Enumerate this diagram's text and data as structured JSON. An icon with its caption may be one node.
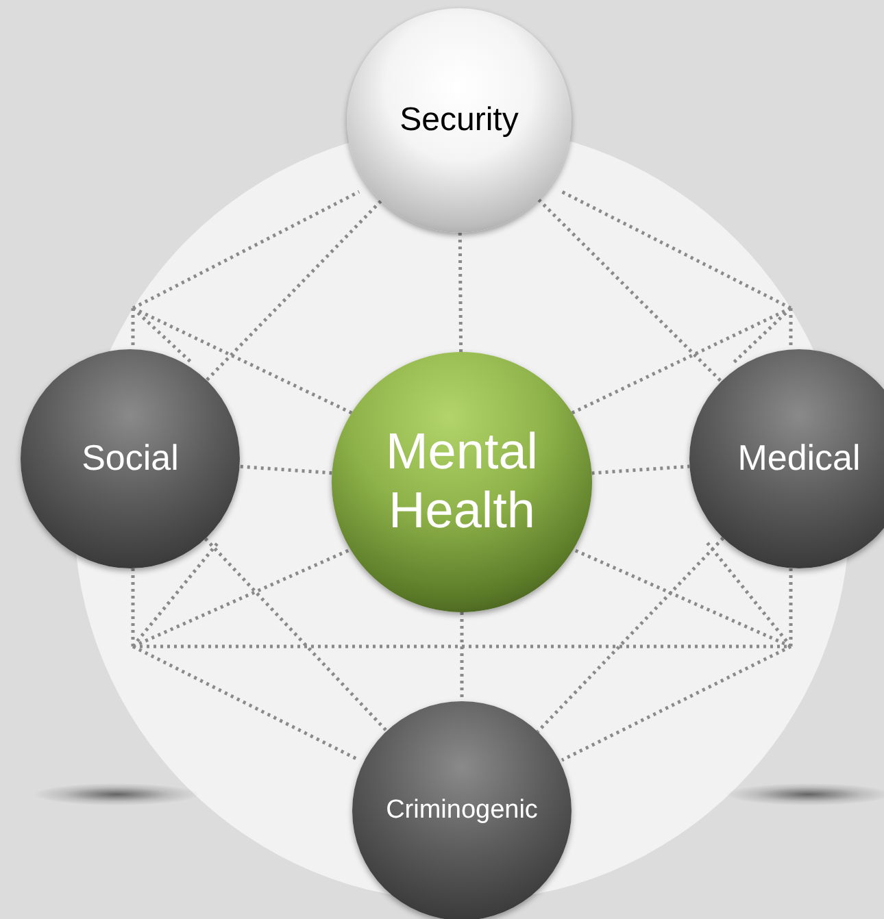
{
  "diagram": {
    "nodes": [
      {
        "text": [
          "Security"
        ]
      },
      {
        "text": [
          "Social"
        ]
      },
      {
        "text": [
          "Mental Health"
        ]
      },
      {
        "text": [
          "Medical"
        ]
      },
      {
        "text": [
          "Criminogenic"
        ]
      }
    ],
    "edges": [
      {
        "from": 2,
        "to": 0,
        "arrow": "none"
      },
      {
        "from": 2,
        "to": 1,
        "arrow": "none"
      },
      {
        "from": 2,
        "to": 3,
        "arrow": "none"
      },
      {
        "from": 2,
        "to": 4,
        "arrow": "none"
      },
      {
        "from": 0,
        "to": 1,
        "arrow": "none"
      },
      {
        "from": 0,
        "to": 3,
        "arrow": "none"
      },
      {
        "from": 1,
        "to": 4,
        "arrow": "none"
      },
      {
        "from": 3,
        "to": 4,
        "arrow": "none"
      }
    ]
  }
}
